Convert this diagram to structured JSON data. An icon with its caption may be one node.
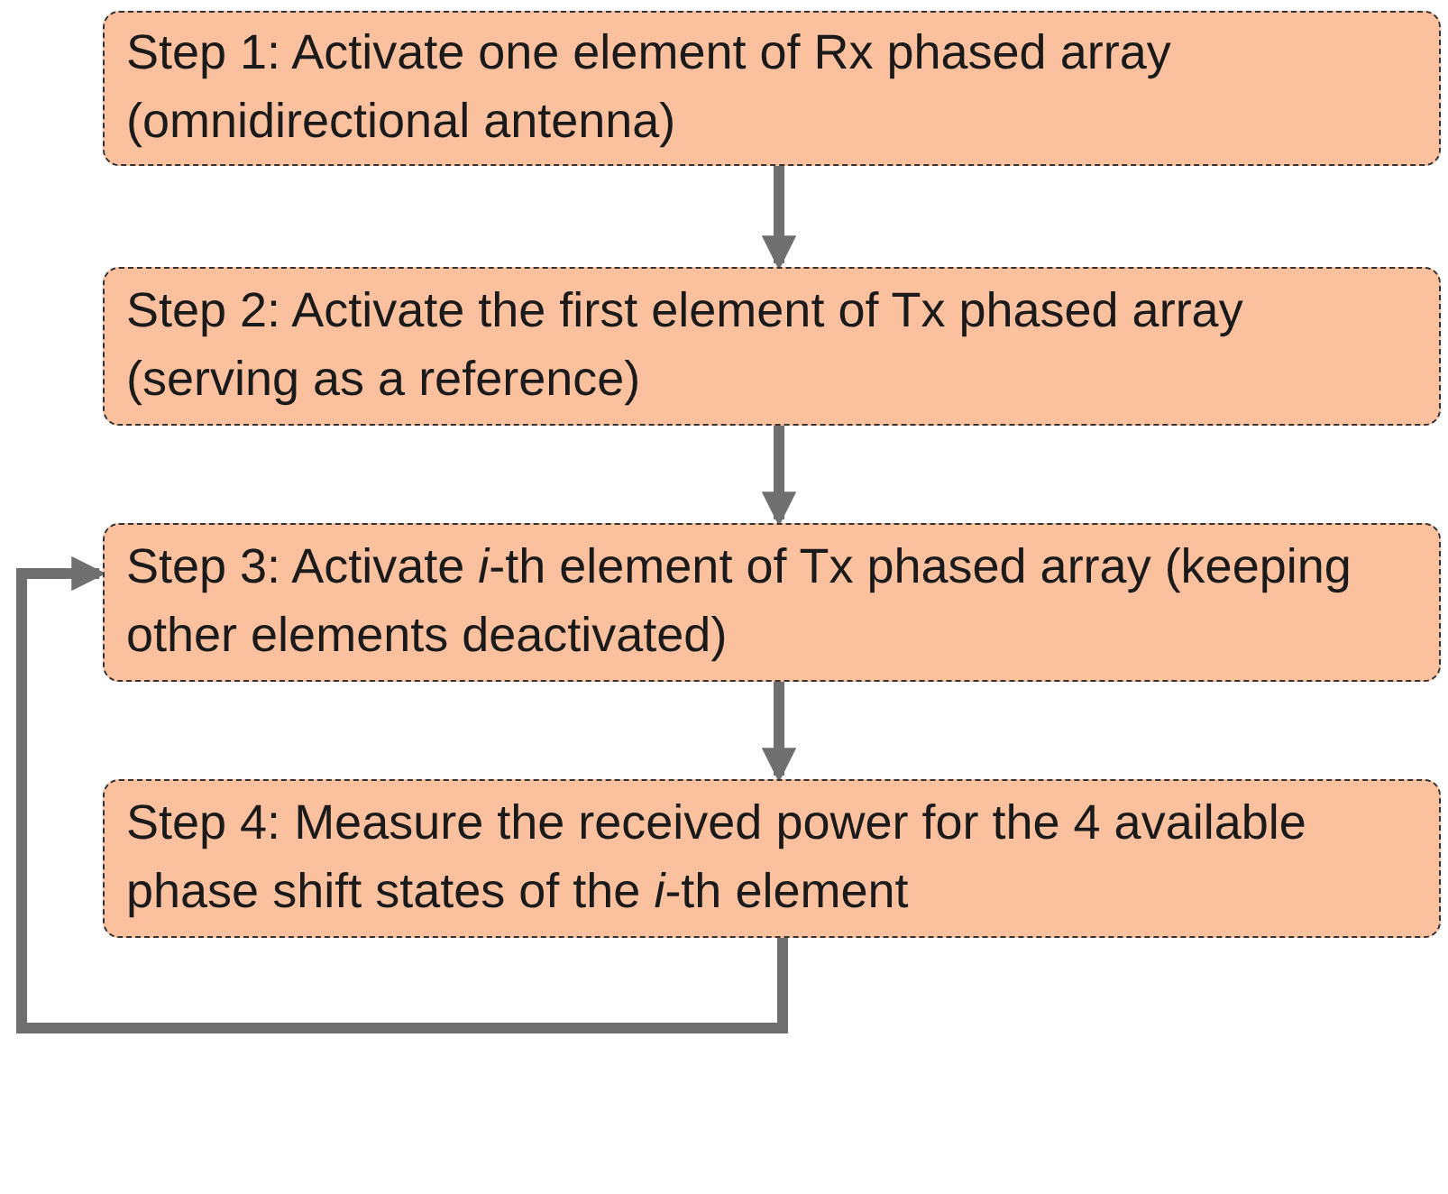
{
  "diagram": {
    "nodes": [
      {
        "text": [
          "Step 1: Activate one element of Rx phased array (omnidirectional antenna)"
        ]
      },
      {
        "text": [
          "Step 2: Activate the first element of Tx phased array (serving as a reference)"
        ]
      },
      {
        "text": [
          "Step 3: Activate *i*-th element of Tx phased array (keeping other elements deactivated)"
        ]
      },
      {
        "text": [
          "Step 4: Measure the received power for the 4 available phase shift states of the *i*-th element"
        ]
      }
    ],
    "edges": [
      {
        "from": 0,
        "to": 1,
        "arrow": "to"
      },
      {
        "from": 1,
        "to": 2,
        "arrow": "to"
      },
      {
        "from": 2,
        "to": 3,
        "arrow": "to"
      },
      {
        "from": 3,
        "to": 2,
        "arrow": "to"
      }
    ]
  }
}
